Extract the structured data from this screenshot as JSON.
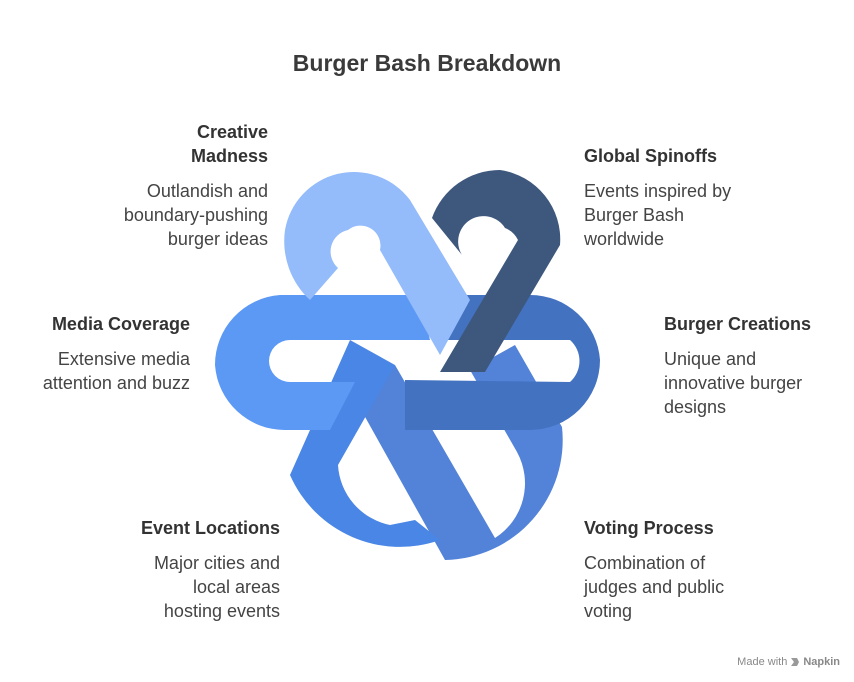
{
  "title": "Burger Bash Breakdown",
  "items": [
    {
      "heading": "Creative\nMadness",
      "body": "Outlandish and\nboundary-pushing\nburger ideas",
      "color": "#94bbfa"
    },
    {
      "heading": "Global Spinoffs",
      "body": "Events inspired by\nBurger Bash\nworldwide",
      "color": "#3e577d"
    },
    {
      "heading": "Media Coverage",
      "body": "Extensive media\nattention and buzz",
      "color": "#5b99f5"
    },
    {
      "heading": "Burger Creations",
      "body": "Unique and\ninnovative burger\ndesigns",
      "color": "#4372c1"
    },
    {
      "heading": "Event Locations",
      "body": "Major cities and\nlocal areas\nhosting events",
      "color": "#4a86e5"
    },
    {
      "heading": "Voting Process",
      "body": "Combination of\njudges and public\nvoting",
      "color": "#5283d9"
    }
  ],
  "footer": {
    "made_with": "Made with",
    "brand": "Napkin",
    "brand_icon": "napkin-logo-icon"
  }
}
